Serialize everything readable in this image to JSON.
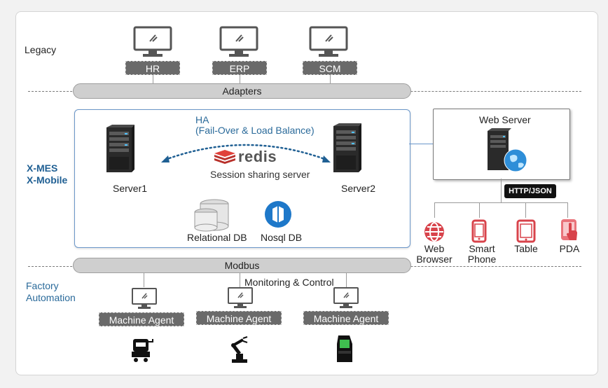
{
  "sections": {
    "legacy": "Legacy",
    "xmes_line1": "X-MES",
    "xmes_line2": "X-Mobile",
    "factory_line1": "Factory",
    "factory_line2": "Automation"
  },
  "legacy_systems": [
    "HR",
    "ERP",
    "SCM"
  ],
  "adapters": "Adapters",
  "modbus": "Modbus",
  "ha_line1": "HA",
  "ha_line2": "(Fail-Over & Load Balance)",
  "redis_logo": "redis",
  "session": "Session sharing server",
  "server1": "Server1",
  "server2": "Server2",
  "relational_db": "Relational DB",
  "nosql_db": "Nosql DB",
  "web_server": "Web Server",
  "http_json": "HTTP/JSON",
  "clients": [
    {
      "line1": "Web",
      "line2": "Browser",
      "icon": "globe-icon"
    },
    {
      "line1": "Smart",
      "line2": "Phone",
      "icon": "smartphone-icon"
    },
    {
      "line1": "Table",
      "line2": "",
      "icon": "tablet-icon"
    },
    {
      "line1": "PDA",
      "line2": "",
      "icon": "pda-touch-icon"
    }
  ],
  "monitoring": "Monitoring & Control",
  "machine_agents": [
    "Machine Agent",
    "Machine Agent",
    "Machine Agent"
  ],
  "colors": {
    "accent_blue": "#1f5f93",
    "client_red": "#d8434b",
    "box_border": "#6a96c9"
  }
}
